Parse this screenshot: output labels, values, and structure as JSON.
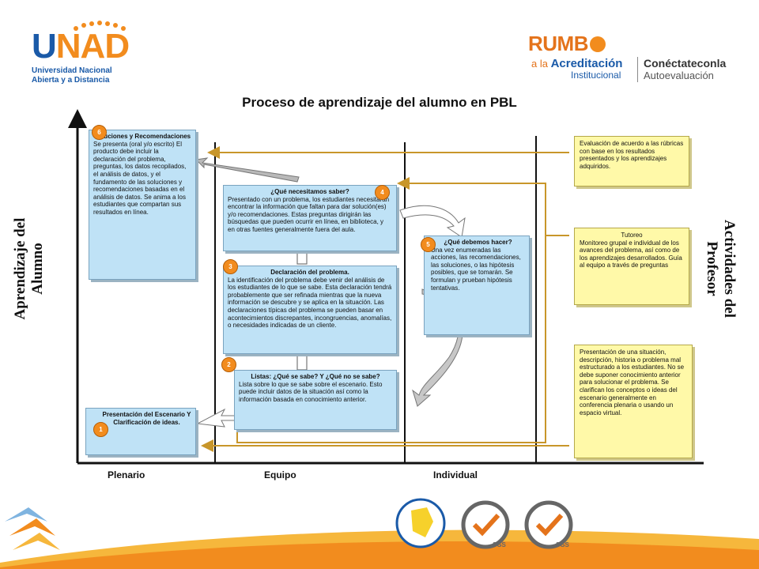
{
  "header": {
    "unad_logo": {
      "word_u": "U",
      "word_rest": "NAD",
      "line1": "Universidad Nacional",
      "line2": "Abierta y a Distancia"
    },
    "rumbo_logo": {
      "word": "RUMB",
      "line1_a": "a la ",
      "line1_b": "Acreditación",
      "line2": "Institucional",
      "right1": "Conéctateconla",
      "right2": "Autoevaluación"
    }
  },
  "title": "Proceso de aprendizaje del alumno en PBL",
  "axis": {
    "left_label": "Aprendizaje del Alumno",
    "right_label": "Actividades del Profesor",
    "bottom": [
      "Plenario",
      "Equipo",
      "Individual"
    ]
  },
  "steps": [
    {
      "num": "1",
      "title": "Presentación del Escenario Y Clarificación de ideas.",
      "body": ""
    },
    {
      "num": "2",
      "title": "Listas: ¿Qué se sabe? Y ¿Qué no se sabe?",
      "body": "Lista sobre lo que se sabe sobre el escenario. Esto puede incluir datos de la situación así como la información basada en conocimiento anterior."
    },
    {
      "num": "3",
      "title": "Declaración del problema.",
      "body": "La identificación del problema debe venir del análisis de los estudiantes de lo que se sabe. Esta declaración tendrá probablemente que ser refinada mientras que la nueva información se descubre y se aplica en la situación. Las declaraciones típicas del problema se pueden basar en acontecimientos discrepantes, incongruencias, anomalías, o necesidades indicadas de un cliente."
    },
    {
      "num": "4",
      "title": "¿Qué necesitamos saber?",
      "body": "Presentado con un problema, los estudiantes necesitarán encontrar la información que faltan para dar solución(es) y/o recomendaciones. Estas preguntas dirigirán las búsquedas que pueden ocurrir en línea, en biblioteca, y en otras fuentes generalmente fuera del aula."
    },
    {
      "num": "5",
      "title": "¿Qué debemos hacer?",
      "body": "Una vez enumeradas las acciones, las recomendaciones, las soluciones, o las hipótesis posibles, que se tomarán. Se formulan y prueban hipótesis tentativas."
    },
    {
      "num": "6",
      "title": "Soluciones y Recomendaciones",
      "body": "Se presenta (oral y/o escrito) El producto debe incluir la declaración del problema, preguntas, los datos recopilados, el análisis de datos, y el fundamento de las soluciones y recomendaciones basadas en el análisis de datos. Se anima a los estudiantes que compartan sus resultados en línea."
    }
  ],
  "teacher": [
    {
      "text": "Evaluación de acuerdo a las rúbricas con base en los resultados presentados y los aprendizajes adquiridos."
    },
    {
      "title": "Tutoreo",
      "text": "Monitoreo grupal e individual de los avances del problema, así como de los aprendizajes desarrollados. Guía al equipo a través de preguntas"
    },
    {
      "text": "Presentación de una situación, descripción, historia o problema mal estructurado a los estudiantes. No se debe suponer conocimiento anterior para solucionar el problema. Se clarifican los conceptos o ideas del escenario generalmente en conferencia plenaria o usando un espacio virtual."
    }
  ],
  "footer": {
    "cert_label": "SGS"
  },
  "colors": {
    "accent_orange": "#f28c1e",
    "brand_blue": "#1a5aa8",
    "step_box": "#bfe2f6",
    "teacher_box": "#fff9a8",
    "connector": "#c8962a"
  }
}
